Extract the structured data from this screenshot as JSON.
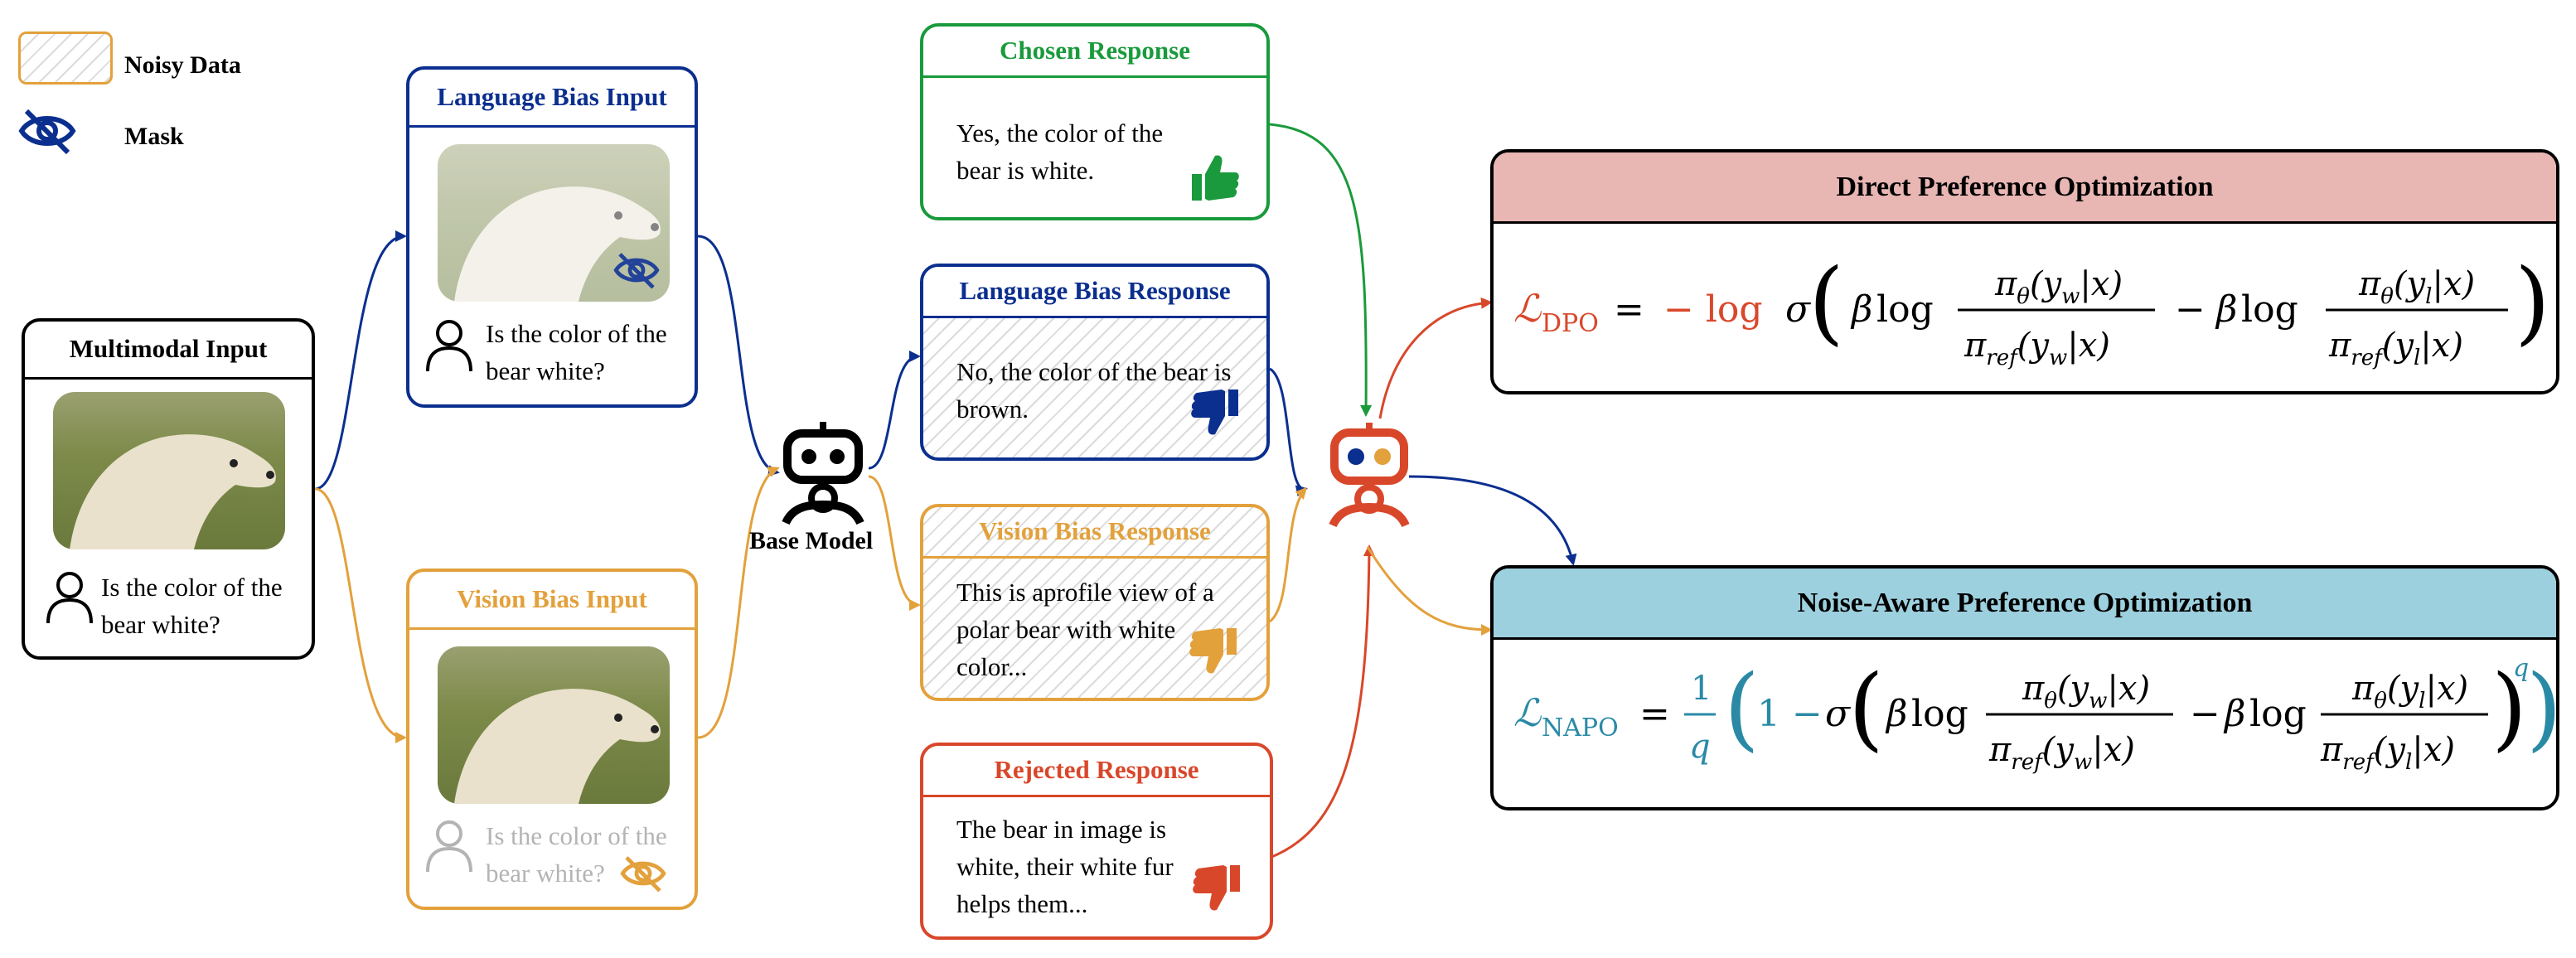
{
  "legend": {
    "noisy_data": "Noisy Data",
    "mask": "Mask"
  },
  "multimodal_input": {
    "title": "Multimodal Input",
    "question": "Is the color of the bear white?"
  },
  "language_bias_input": {
    "title": "Language Bias Input",
    "question": "Is the color of the bear white?"
  },
  "vision_bias_input": {
    "title": "Vision Bias Input",
    "question": "Is the color of the bear white?"
  },
  "base_model": {
    "label": "Base Model"
  },
  "responses": {
    "chosen": {
      "title": "Chosen Response",
      "text": "Yes, the color of the bear is white."
    },
    "language_bias": {
      "title": "Language Bias Response",
      "text": "No, the color of the bear is brown."
    },
    "vision_bias": {
      "title": "Vision Bias Response",
      "text": "This is aprofile view of a polar bear with white color..."
    },
    "rejected": {
      "title": "Rejected Response",
      "text": "The bear in image is white, their white fur helps them..."
    }
  },
  "dpo": {
    "title": "Direct Preference Optimization"
  },
  "napo": {
    "title": "Noise-Aware Preference Optimization"
  },
  "colors": {
    "blue": "#0b2f8f",
    "orange": "#e3a13c",
    "green": "#1a9a3c",
    "red": "#d9472a",
    "dpo_header": "#e8b6b3",
    "napo_header": "#9dd0de",
    "teal": "#2a8aa6",
    "gray": "#b4b4b4"
  },
  "icons": [
    "mask-icon",
    "person-icon",
    "thumbs-up-icon",
    "thumbs-down-icon",
    "robot-icon"
  ]
}
